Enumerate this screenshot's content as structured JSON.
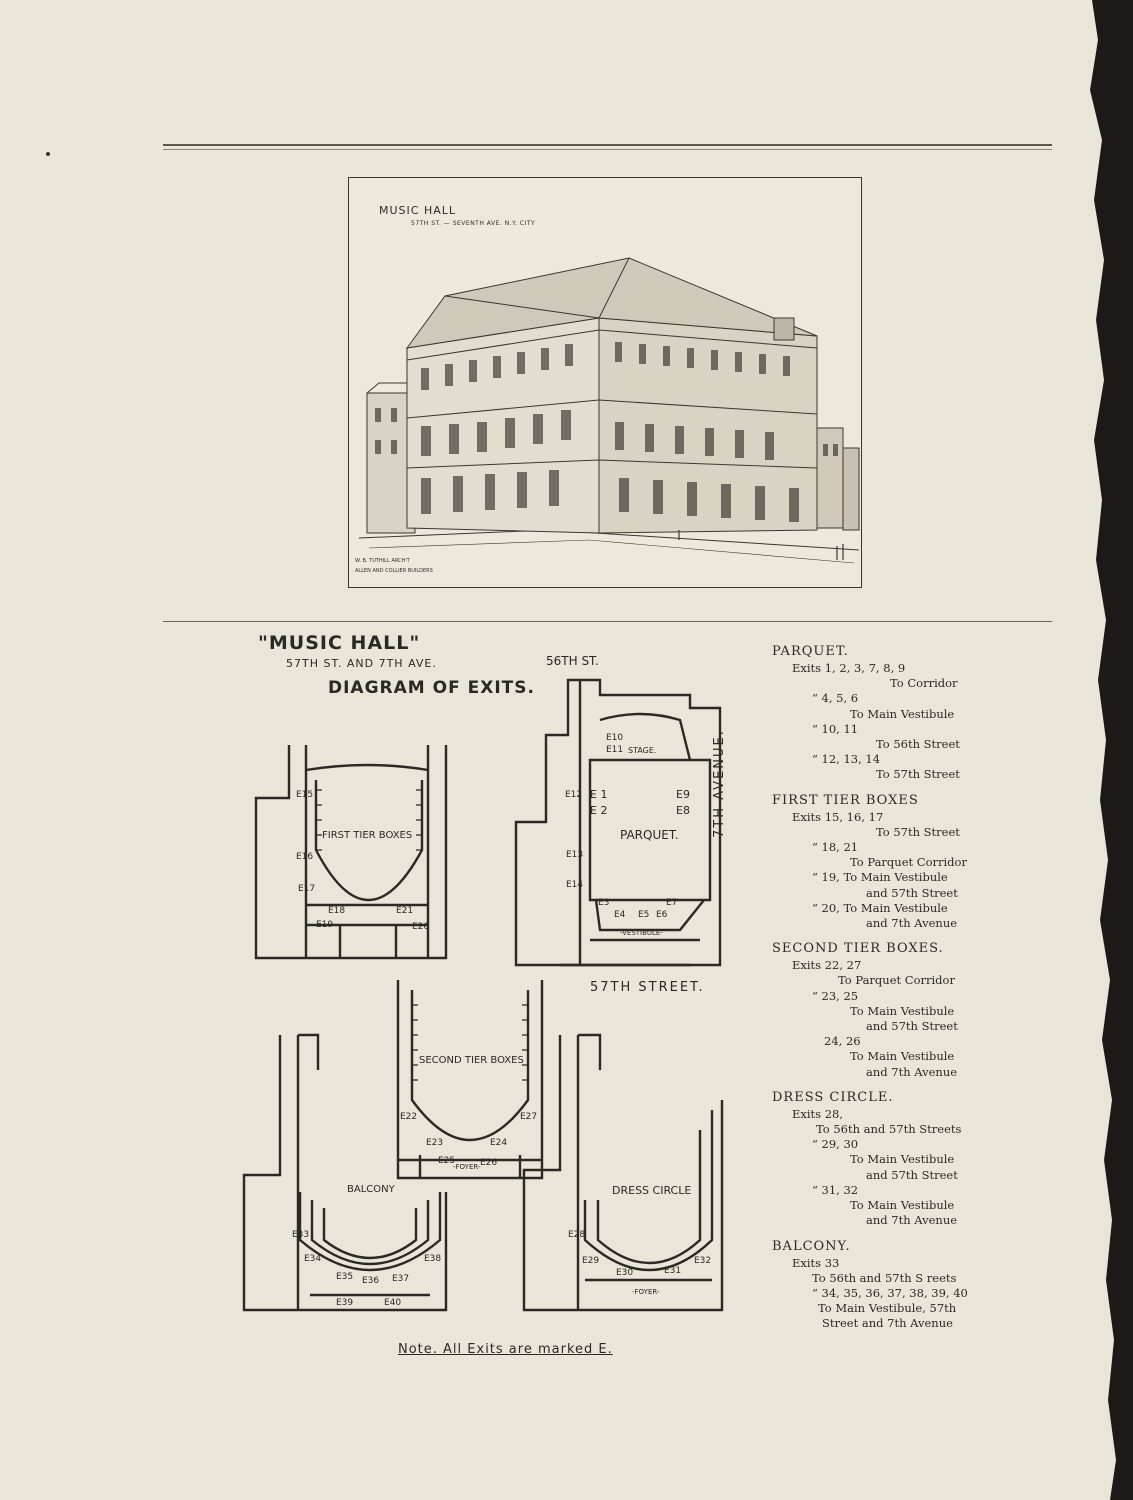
{
  "engraving": {
    "caption_title": "MUSIC HALL",
    "caption_sub": "57TH ST. — SEVENTH AVE. N.Y. CITY",
    "credit_1": "W. B. TUTHILL ARCH'T",
    "credit_2": "ALLEN AND COLLIER BUILDERS"
  },
  "diagram": {
    "title": "\"MUSIC HALL\"",
    "subtitle": "57TH ST. AND 7TH AVE.",
    "heading": "DIAGRAM OF EXITS.",
    "street_56": "56TH ST.",
    "street_57": "57TH STREET.",
    "avenue_7": "7TH AVENUE.",
    "note": "Note. All Exits are marked E."
  },
  "plans": {
    "first_tier": "FIRST TIER BOXES",
    "parquet": "PARQUET.",
    "stage": "STAGE.",
    "vestibule": "-VESTIBULE-",
    "second_tier": "SECOND TIER BOXES",
    "balcony": "BALCONY",
    "dress_circle": "DRESS CIRCLE",
    "foyer": "-FOYER-"
  },
  "exits": {
    "e1": "E 1",
    "e2": "E 2",
    "e3": "E3",
    "e4": "E4",
    "e5": "E5",
    "e6": "E6",
    "e7": "E7",
    "e8": "E8",
    "e9": "E9",
    "e10": "E10",
    "e11": "E11",
    "e12": "E12",
    "e13": "E13",
    "e14": "E14",
    "e15": "E15",
    "e16": "E16",
    "e17": "E17",
    "e18": "E18",
    "e19": "E19",
    "e20": "E20",
    "e21": "E21",
    "e22": "E22",
    "e23": "E23",
    "e24": "E24",
    "e25": "E25",
    "e26": "E26",
    "e27": "E27",
    "e28": "E28",
    "e29": "E29",
    "e30": "E30",
    "e31": "E31",
    "e32": "E32",
    "e33": "E33",
    "e34": "E34",
    "e35": "E35",
    "e36": "E36",
    "e37": "E37",
    "e38": "E38",
    "e39": "E39",
    "e40": "E40"
  },
  "legend": {
    "parquet": {
      "heading": "PARQUET.",
      "l1": "Exits 1, 2, 3, 7, 8, 9",
      "l2": "To Corridor",
      "l3": "“  4, 5, 6",
      "l4": "To Main Vestibule",
      "l5": "“  10, 11",
      "l6": "To 56th Street",
      "l7": "“  12, 13, 14",
      "l8": "To 57th Street"
    },
    "first_tier": {
      "heading": "FIRST TIER BOXES",
      "l1": "Exits 15, 16, 17",
      "l2": "To 57th Street",
      "l3": "“  18, 21",
      "l4": "To Parquet Corridor",
      "l5": "“  19, To Main Vestibule",
      "l6": "and 57th Street",
      "l7": "“  20, To Main Vestibule",
      "l8": "and 7th Avenue"
    },
    "second_tier": {
      "heading": "SECOND TIER BOXES.",
      "l1": "Exits 22, 27",
      "l2": "To Parquet Corridor",
      "l3": "“  23, 25",
      "l4": "To Main Vestibule",
      "l5": "and 57th Street",
      "l6": "24, 26",
      "l7": "To Main Vestibule",
      "l8": "and 7th Avenue"
    },
    "dress_circle": {
      "heading": "DRESS CIRCLE.",
      "l1": "Exits 28,",
      "l2": "To 56th and 57th Streets",
      "l3": "“  29, 30",
      "l4": "To Main Vestibule",
      "l5": "and 57th Street",
      "l6": "“  31, 32",
      "l7": "To Main Vestibule",
      "l8": "and 7th Avenue"
    },
    "balcony": {
      "heading": "BALCONY.",
      "l1": "Exits 33",
      "l2": "To 56th and 57th S reets",
      "l3": "“  34, 35, 36, 37, 38, 39, 40",
      "l4": "To Main Vestibule, 57th",
      "l5": "Street and 7th Avenue"
    }
  }
}
